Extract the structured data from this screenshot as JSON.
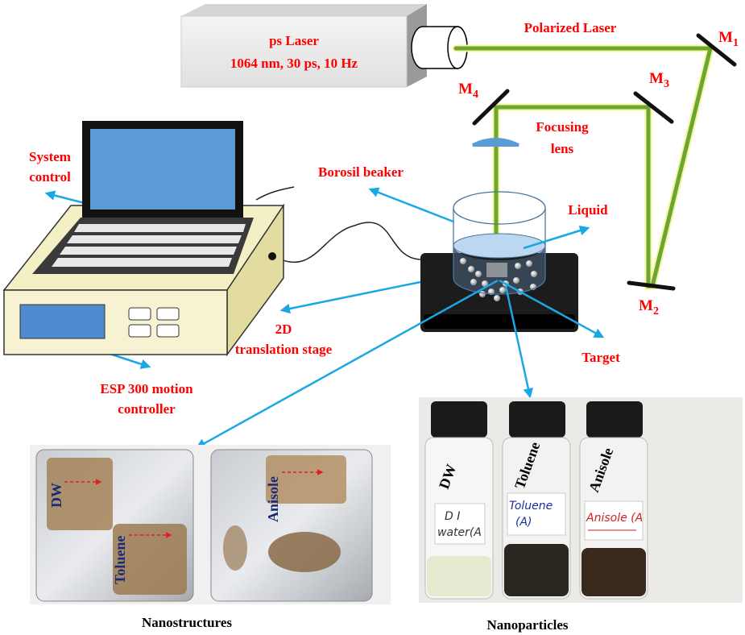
{
  "laser": {
    "title": "ps Laser",
    "spec": "1064 nm, 30 ps, 10 Hz"
  },
  "beam_label": "Polarized Laser",
  "mirrors": {
    "m1": "M",
    "m1_sub": "1",
    "m2": "M",
    "m2_sub": "2",
    "m3": "M",
    "m3_sub": "3",
    "m4": "M",
    "m4_sub": "4"
  },
  "lens": {
    "line1": "Focusing",
    "line2": "lens"
  },
  "labels": {
    "system_control_1": "System",
    "system_control_2": "control",
    "beaker": "Borosil beaker",
    "liquid": "Liquid",
    "stage_1": "2D",
    "stage_2": "translation stage",
    "target": "Target",
    "controller_1": "ESP 300 motion",
    "controller_2": "controller"
  },
  "nanostructures": {
    "caption": "Nanostructures",
    "samples": [
      "DW",
      "Toluene",
      "Anisole"
    ]
  },
  "nanoparticles": {
    "caption": "Nanoparticles",
    "vials": [
      {
        "label": "DW",
        "note1": "D I",
        "note2": "water(A",
        "note_color": "#333333"
      },
      {
        "label": "Toluene",
        "note1": "Toluene",
        "note2": "(A)",
        "note_color": "#1a2fa0"
      },
      {
        "label": "Anisole",
        "note1": "Anisole (A",
        "note2": "",
        "note_color": "#d02020"
      }
    ]
  },
  "colors": {
    "label_red": "#ff0000",
    "beam_green": "#6aa535",
    "arrow_blue": "#1aa7e6",
    "lens_blue": "#5b9bd5"
  }
}
